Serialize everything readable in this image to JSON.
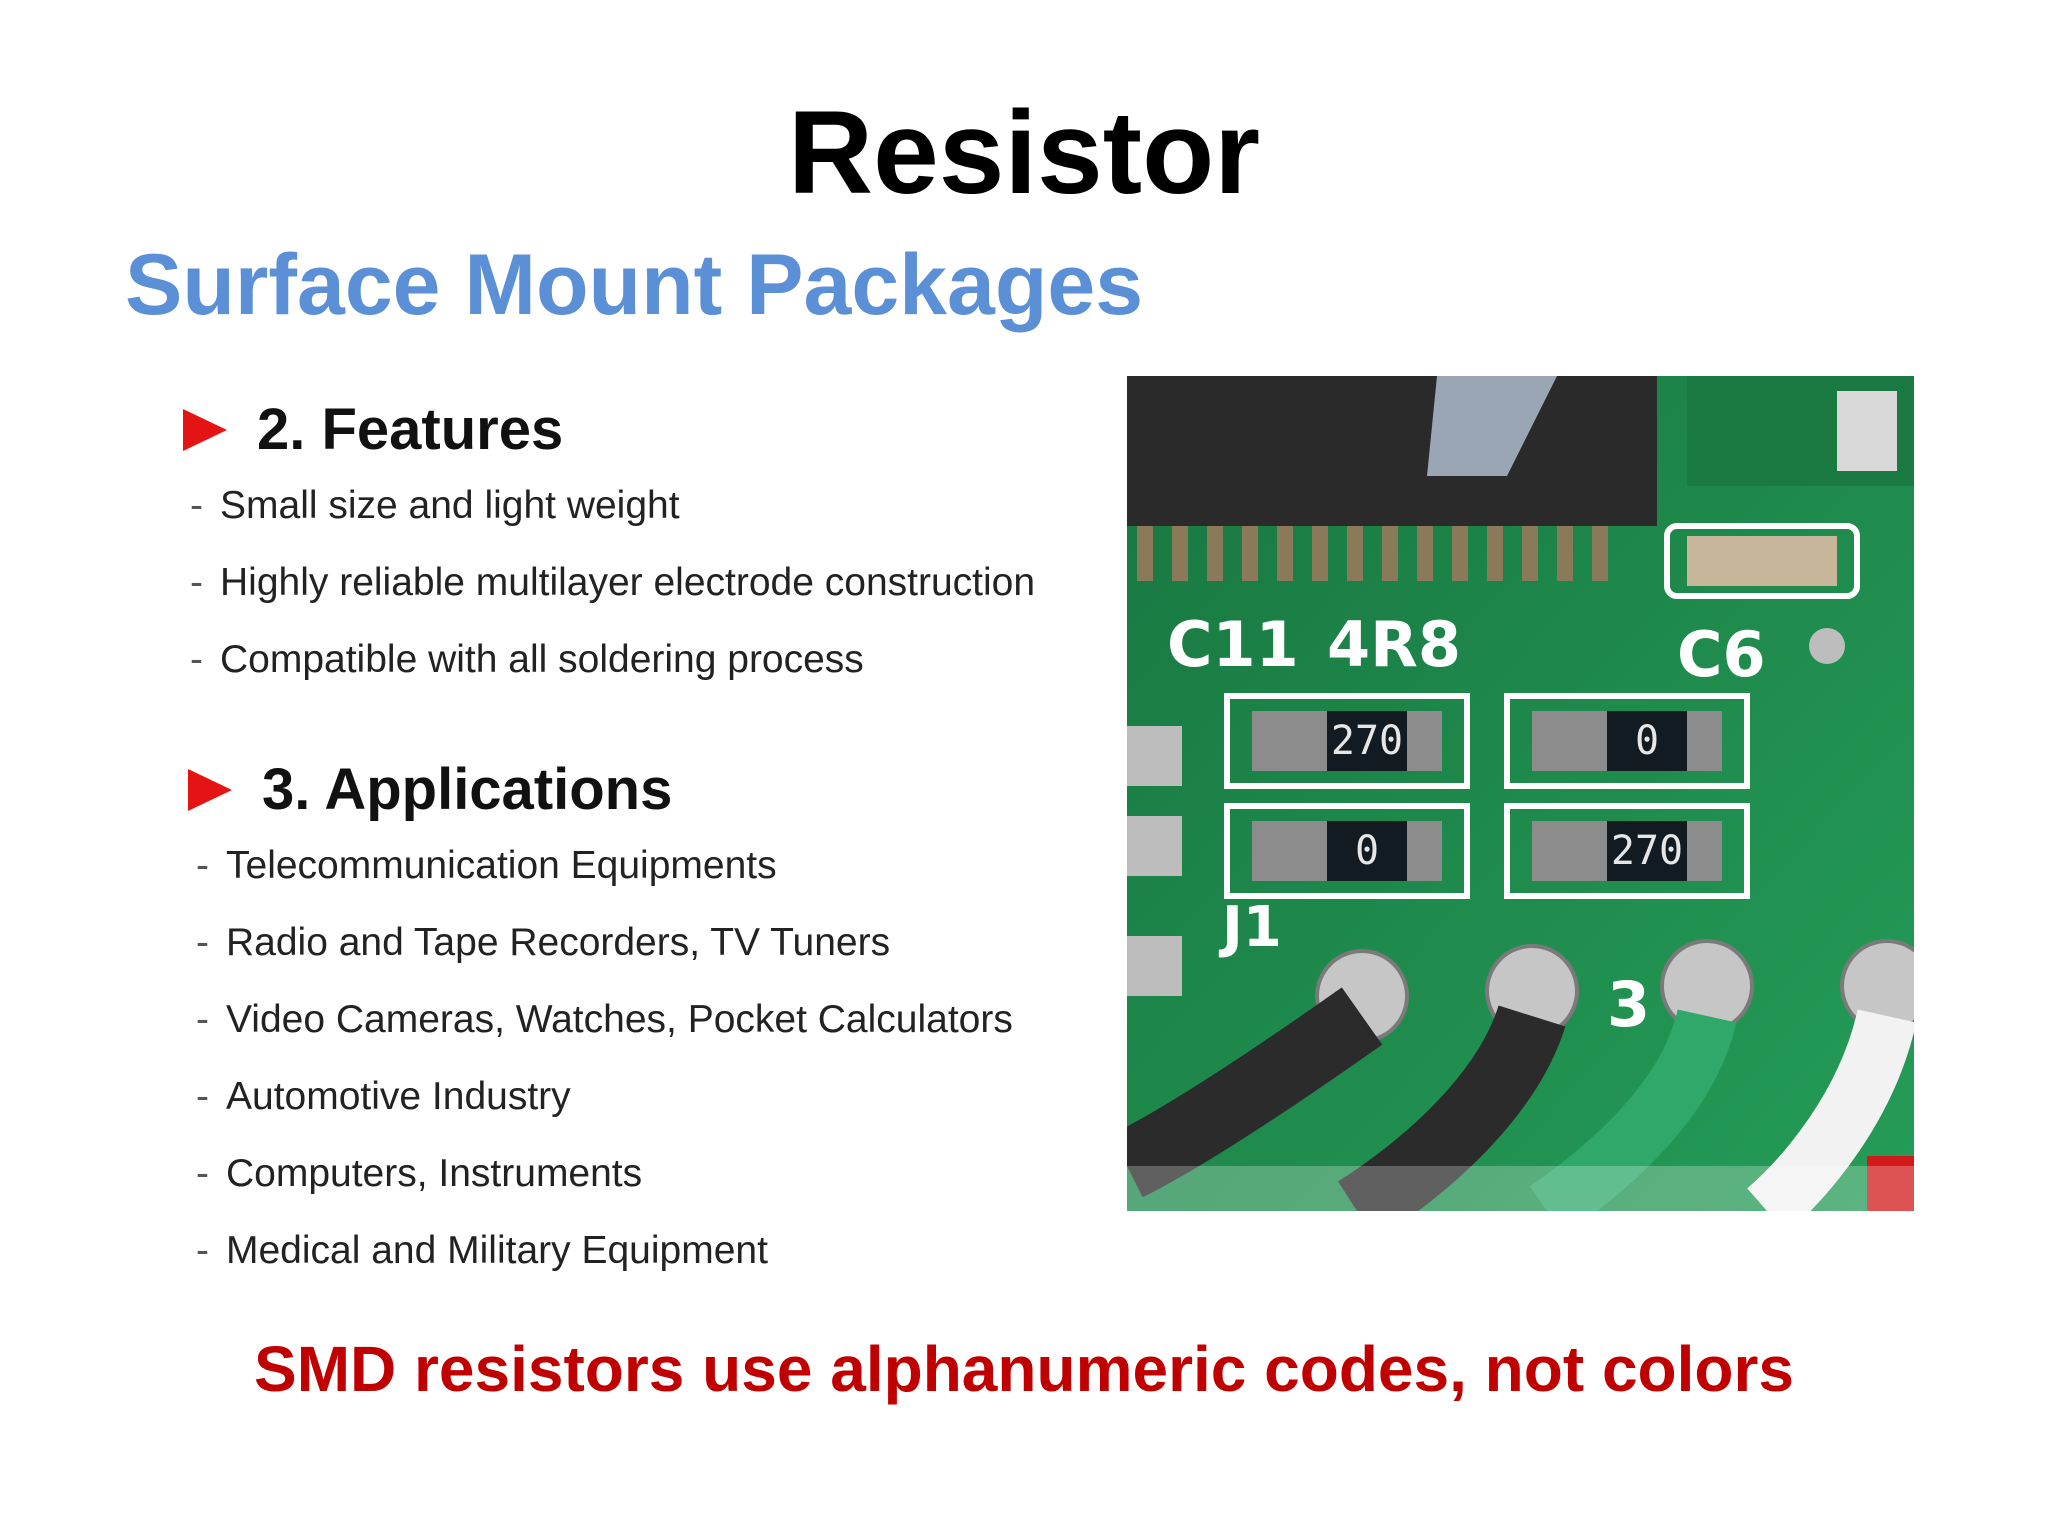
{
  "slide": {
    "title": "Resistor",
    "subtitle": "Surface Mount Packages",
    "features": {
      "heading": "2. Features",
      "items": [
        "Small size and light weight",
        "Highly reliable multilayer electrode construction",
        "Compatible with all soldering process"
      ]
    },
    "applications": {
      "heading": "3. Applications",
      "items": [
        "Telecommunication Equipments",
        "Radio and Tape Recorders, TV Tuners",
        "Video Cameras, Watches, Pocket Calculators",
        "Automotive Industry",
        "Computers, Instruments",
        "Medical and Military Equipment"
      ]
    },
    "photo": {
      "silkscreen": [
        "C11",
        "4R8",
        "C6",
        "J1",
        "3"
      ],
      "resistor_codes": [
        "270",
        "0",
        "0",
        "270"
      ]
    },
    "caption": "SMD resistors use alphanumeric codes, not colors"
  },
  "colors": {
    "subtitle": "#5b8fd6",
    "bullet_marker": "#e51414",
    "caption": "#c00000",
    "pcb_green": "#1f8f4e"
  }
}
